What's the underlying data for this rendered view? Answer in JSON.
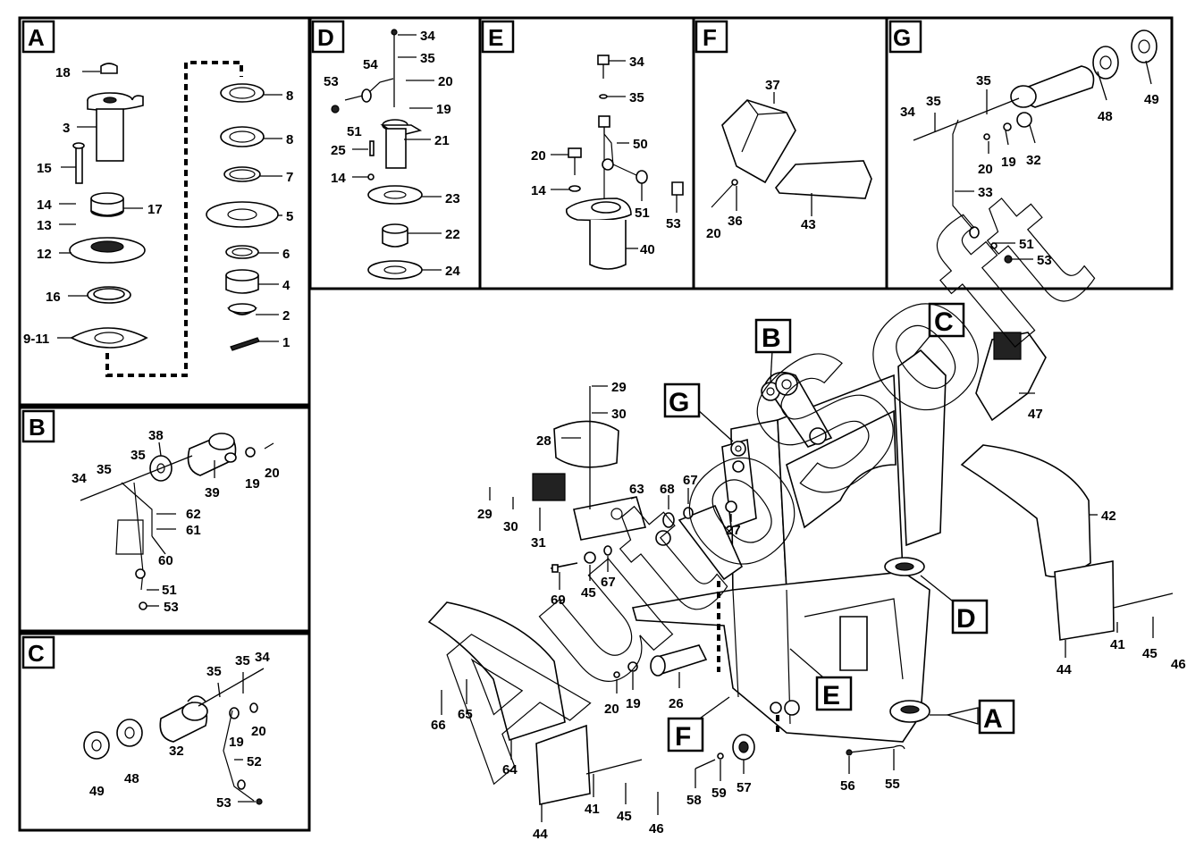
{
  "panels": {
    "A": {
      "title": "A",
      "callouts": [
        "18",
        "3",
        "15",
        "14",
        "13",
        "12",
        "16",
        "9-11",
        "17",
        "8",
        "8",
        "7",
        "5",
        "6",
        "4",
        "2",
        "1"
      ]
    },
    "B": {
      "title": "B",
      "callouts": [
        "38",
        "34",
        "35",
        "35",
        "39",
        "19",
        "20",
        "62",
        "61",
        "60",
        "51",
        "53"
      ]
    },
    "C": {
      "title": "C",
      "callouts": [
        "35",
        "35",
        "34",
        "20",
        "19",
        "52",
        "32",
        "48",
        "49",
        "53"
      ]
    },
    "D": {
      "title": "D",
      "callouts": [
        "34",
        "35",
        "54",
        "53",
        "20",
        "19",
        "51",
        "21",
        "25",
        "14",
        "23",
        "22",
        "24"
      ]
    },
    "E": {
      "title": "E",
      "callouts": [
        "34",
        "35",
        "50",
        "20",
        "14",
        "51",
        "53",
        "40"
      ]
    },
    "F": {
      "title": "F",
      "callouts": [
        "37",
        "20",
        "36",
        "43"
      ]
    },
    "G": {
      "title": "G",
      "callouts": [
        "34",
        "35",
        "35",
        "48",
        "49",
        "20",
        "19",
        "32",
        "33",
        "51",
        "53"
      ]
    }
  },
  "main": {
    "section_tags": [
      "A",
      "B",
      "C",
      "D",
      "E",
      "F",
      "G"
    ],
    "callouts": [
      "29",
      "30",
      "28",
      "29",
      "30",
      "31",
      "63",
      "68",
      "67",
      "27",
      "69",
      "45",
      "67",
      "47",
      "42",
      "44",
      "41",
      "45",
      "46",
      "26",
      "20",
      "19",
      "66",
      "65",
      "64",
      "44",
      "41",
      "45",
      "46",
      "58",
      "59",
      "57",
      "56",
      "55"
    ]
  },
  "watermark": "AutoSoft"
}
